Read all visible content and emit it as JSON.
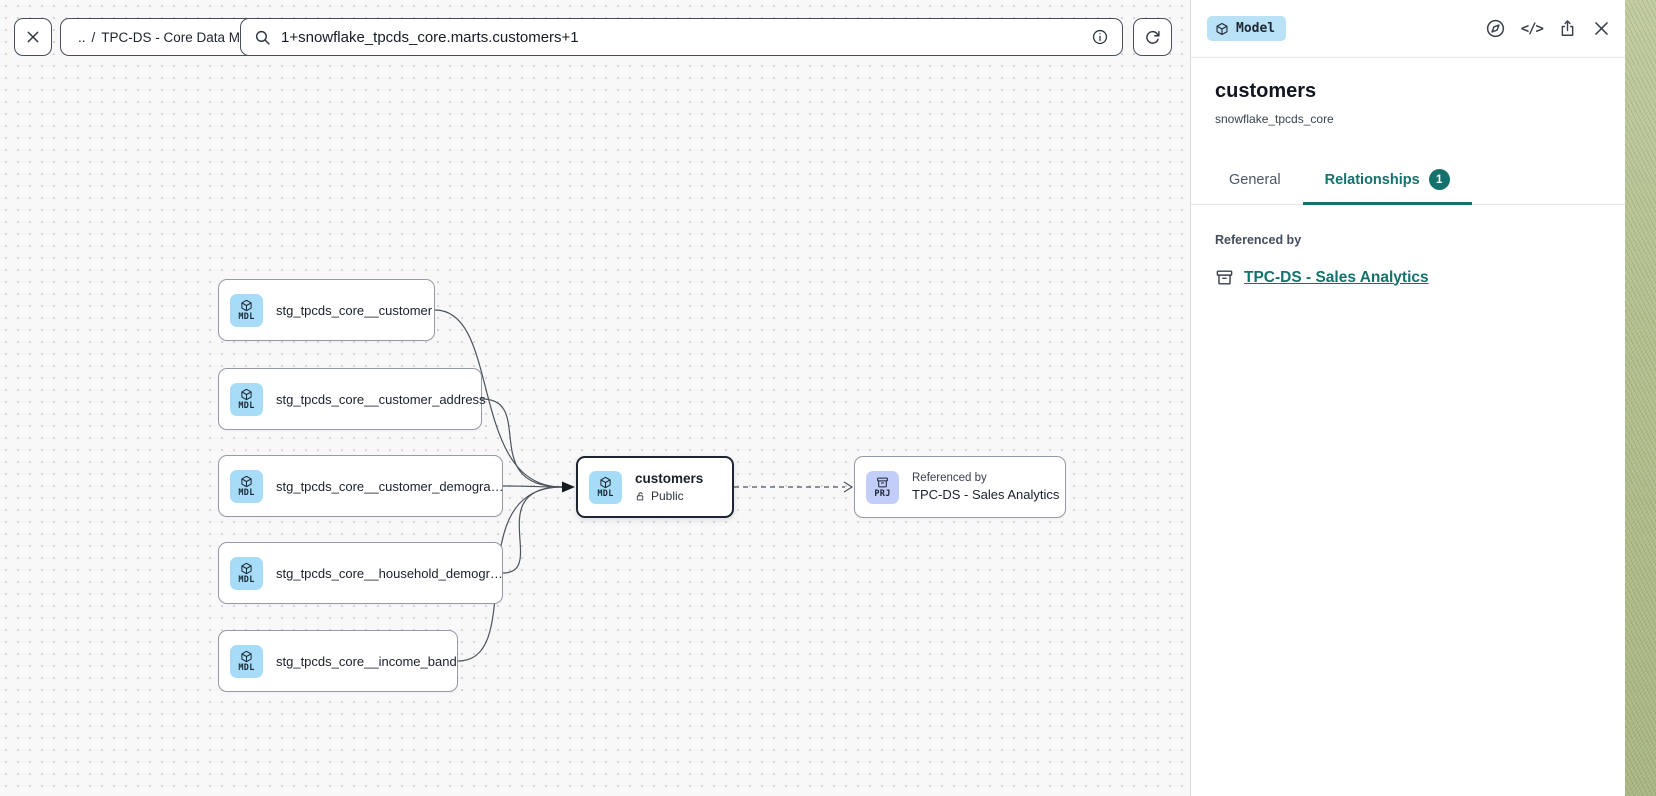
{
  "toolbar": {
    "breadcrumb": {
      "up": "..",
      "separator": "/",
      "current": "TPC-DS - Core Data Models"
    },
    "search_value": "1+snowflake_tpcds_core.marts.customers+1"
  },
  "graph": {
    "badge_model": "MDL",
    "badge_project": "PRJ",
    "upstream": [
      {
        "label": "stg_tpcds_core__customer"
      },
      {
        "label": "stg_tpcds_core__customer_address"
      },
      {
        "label": "stg_tpcds_core__customer_demogra…"
      },
      {
        "label": "stg_tpcds_core__household_demogr…"
      },
      {
        "label": "stg_tpcds_core__income_band"
      }
    ],
    "selected": {
      "label": "customers",
      "access": "Public"
    },
    "downstream": {
      "caption": "Referenced by",
      "label": "TPC-DS - Sales Analytics"
    }
  },
  "panel": {
    "type_badge": "Model",
    "title": "customers",
    "subtitle": "snowflake_tpcds_core",
    "tabs": [
      {
        "label": "General"
      },
      {
        "label": "Relationships",
        "count": "1"
      }
    ],
    "section_title": "Referenced by",
    "reference_link": "TPC-DS - Sales Analytics"
  },
  "icons": {
    "code": "</>",
    "close": "✕",
    "search": "magnifier",
    "info": "circle-i",
    "refresh": "rotate-cw",
    "compass": "explore-compass",
    "share": "export-up-arrow",
    "cube": "model-cube",
    "archive": "project-drawer",
    "lock_open": "public-open-lock"
  },
  "colors": {
    "accent_teal": "#15716c",
    "model_badge_bg": "#b9e2f7",
    "mdl_badge_bg": "#a6dcf7",
    "prj_badge_bg": "#c3cdf9",
    "selected_border": "#1d2530",
    "canvas_bg": "#f8f8f9"
  }
}
